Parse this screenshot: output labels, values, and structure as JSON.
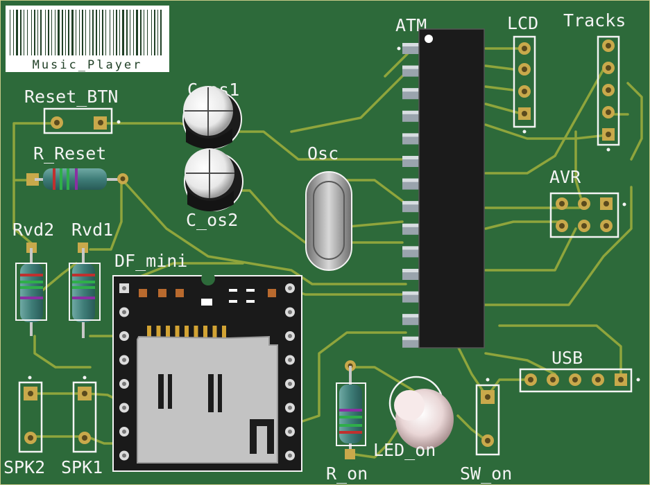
{
  "board": {
    "background": "#2d6a3a",
    "trace_color": "#8fa53c",
    "silk_color": "#f4f4f4",
    "pad_color": "#c9a94b"
  },
  "logo": {
    "text": "Music_Player"
  },
  "labels": {
    "reset_btn": "Reset_BTN",
    "r_reset": "R_Reset",
    "rvd2": "Rvd2",
    "rvd1": "Rvd1",
    "df_mini": "DF_mini",
    "spk2": "SPK2",
    "spk1": "SPK1",
    "c_os1": "C_os1",
    "c_os2": "C_os2",
    "osc": "Osc",
    "atm": "ATM",
    "lcd": "LCD",
    "tracks": "Tracks",
    "avr": "AVR",
    "usb": "USB",
    "r_on": "R_on",
    "led_on": "LED_on",
    "sw_on": "SW_on"
  }
}
